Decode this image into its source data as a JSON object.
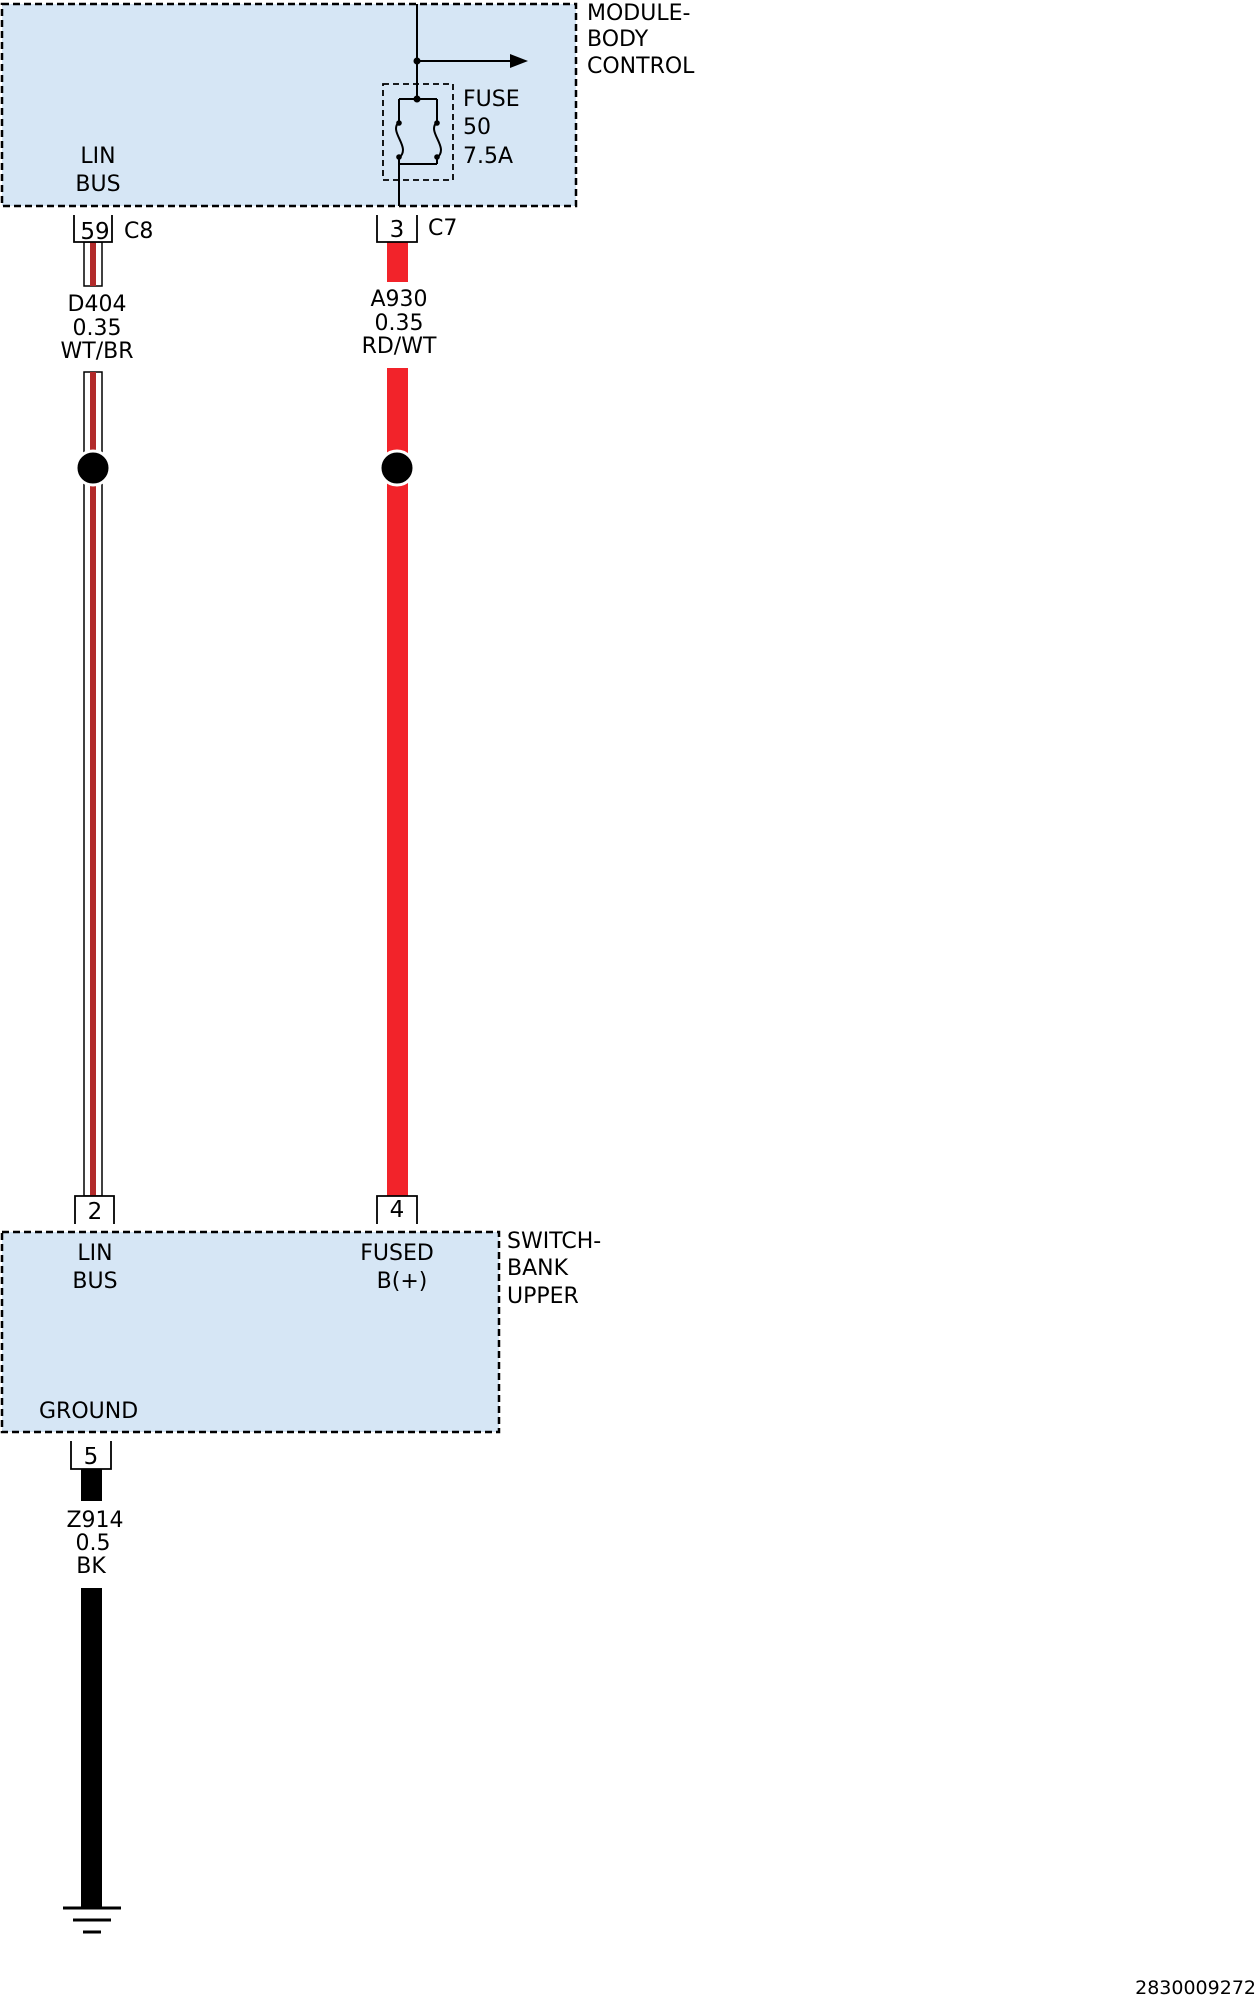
{
  "modules": {
    "bcm": {
      "label_lines": [
        "MODULE-",
        "BODY",
        "CONTROL"
      ],
      "pin_label_lines": [
        "LIN",
        "BUS"
      ]
    },
    "switch_bank": {
      "label_lines": [
        "SWITCH-",
        "BANK",
        "UPPER"
      ],
      "lin_label_lines": [
        "LIN",
        "BUS"
      ],
      "fused_label_lines": [
        "FUSED",
        "B(+)"
      ],
      "ground_label": "GROUND"
    }
  },
  "fuse": {
    "label_lines": [
      "FUSE",
      "50",
      "7.5A"
    ]
  },
  "connectors": {
    "bcm_c8": {
      "pin": "59",
      "name": "C8"
    },
    "bcm_c7": {
      "pin": "3",
      "name": "C7"
    },
    "sw_lin": {
      "pin": "2"
    },
    "sw_fused": {
      "pin": "4"
    },
    "sw_ground": {
      "pin": "5"
    }
  },
  "wires": {
    "d404": {
      "label_lines": [
        "D404",
        "0.35",
        "WT/BR"
      ],
      "base_color": "#ffffff",
      "stripe_color": "#b22a2a"
    },
    "a930": {
      "label_lines": [
        "A930",
        "0.35",
        "RD/WT"
      ],
      "color": "#f2232a"
    },
    "z914": {
      "label_lines": [
        "Z914",
        "0.5",
        "BK"
      ],
      "color": "#000000"
    }
  },
  "colors": {
    "module_fill": "#d6e6f5"
  },
  "document_id": "2830009272"
}
